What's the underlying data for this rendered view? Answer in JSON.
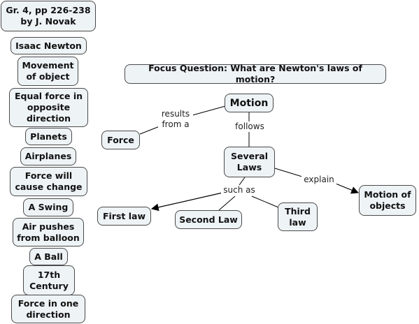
{
  "side_nodes": [
    "Gr. 4, pp 226-238\nby J. Novak",
    "Isaac Newton",
    "Movement\nof object",
    "Equal force in\nopposite\ndirection",
    "Planets",
    "Airplanes",
    "Force will\ncause change",
    "A Swing",
    "Air pushes\nfrom balloon",
    "A Ball",
    "17th\nCentury",
    "Force in one\ndirection"
  ],
  "focus_question": "Focus Question:  What are Newton's laws of motion?",
  "concepts": {
    "motion": "Motion",
    "force": "Force",
    "several_laws": "Several\nLaws",
    "first_law": "First law",
    "second_law": "Second Law",
    "third_law": "Third\nlaw",
    "motion_of_objects": "Motion of\nobjects"
  },
  "links": {
    "results_from_a": "results\nfrom a",
    "follows": "follows",
    "such_as": "such as",
    "explain": "explain"
  }
}
